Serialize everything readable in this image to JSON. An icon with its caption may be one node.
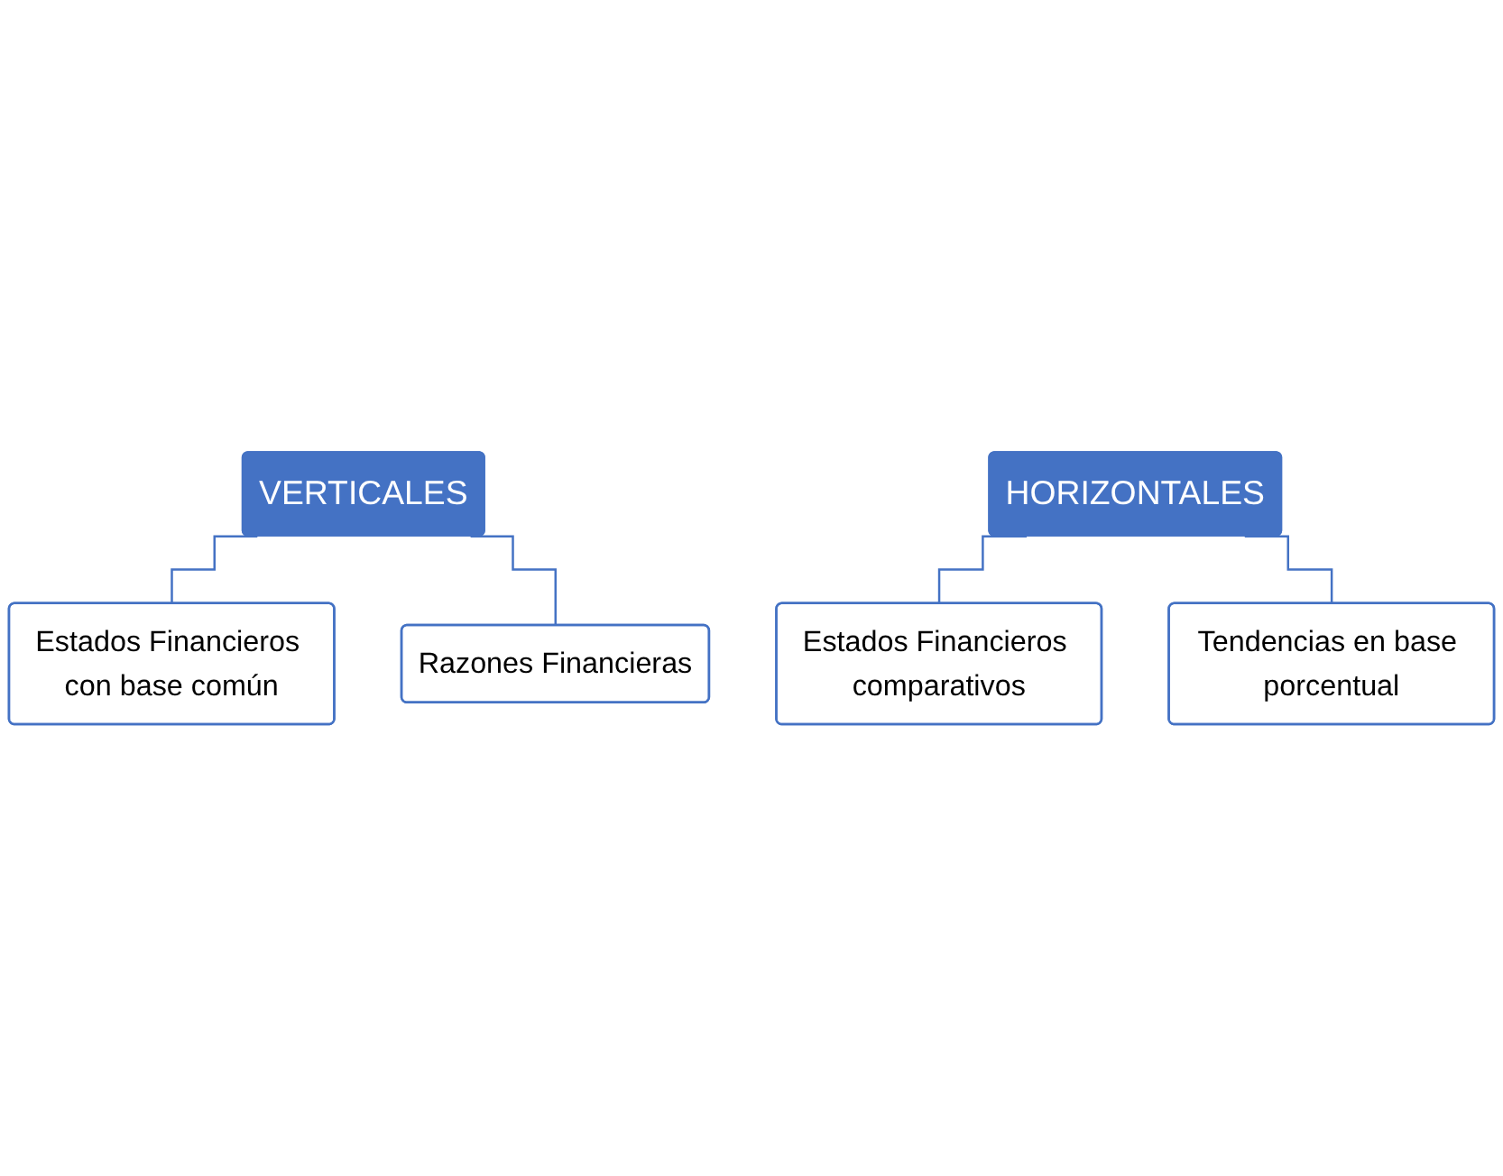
{
  "diagram": {
    "nodes": [
      {
        "text": [
          "VERTICALES"
        ]
      },
      {
        "text": [
          "Estados Financieros con base común"
        ]
      },
      {
        "text": [
          "Razones Financieras"
        ]
      },
      {
        "text": [
          "HORIZONTALES"
        ]
      },
      {
        "text": [
          "Estados Financieros comparativos"
        ]
      },
      {
        "text": [
          "Tendencias en base porcentual"
        ]
      }
    ],
    "edges": [
      {
        "from": 0,
        "to": 1,
        "arrow": "none"
      },
      {
        "from": 0,
        "to": 2,
        "arrow": "none"
      },
      {
        "from": 3,
        "to": 4,
        "arrow": "none"
      },
      {
        "from": 3,
        "to": 5,
        "arrow": "none"
      }
    ]
  }
}
